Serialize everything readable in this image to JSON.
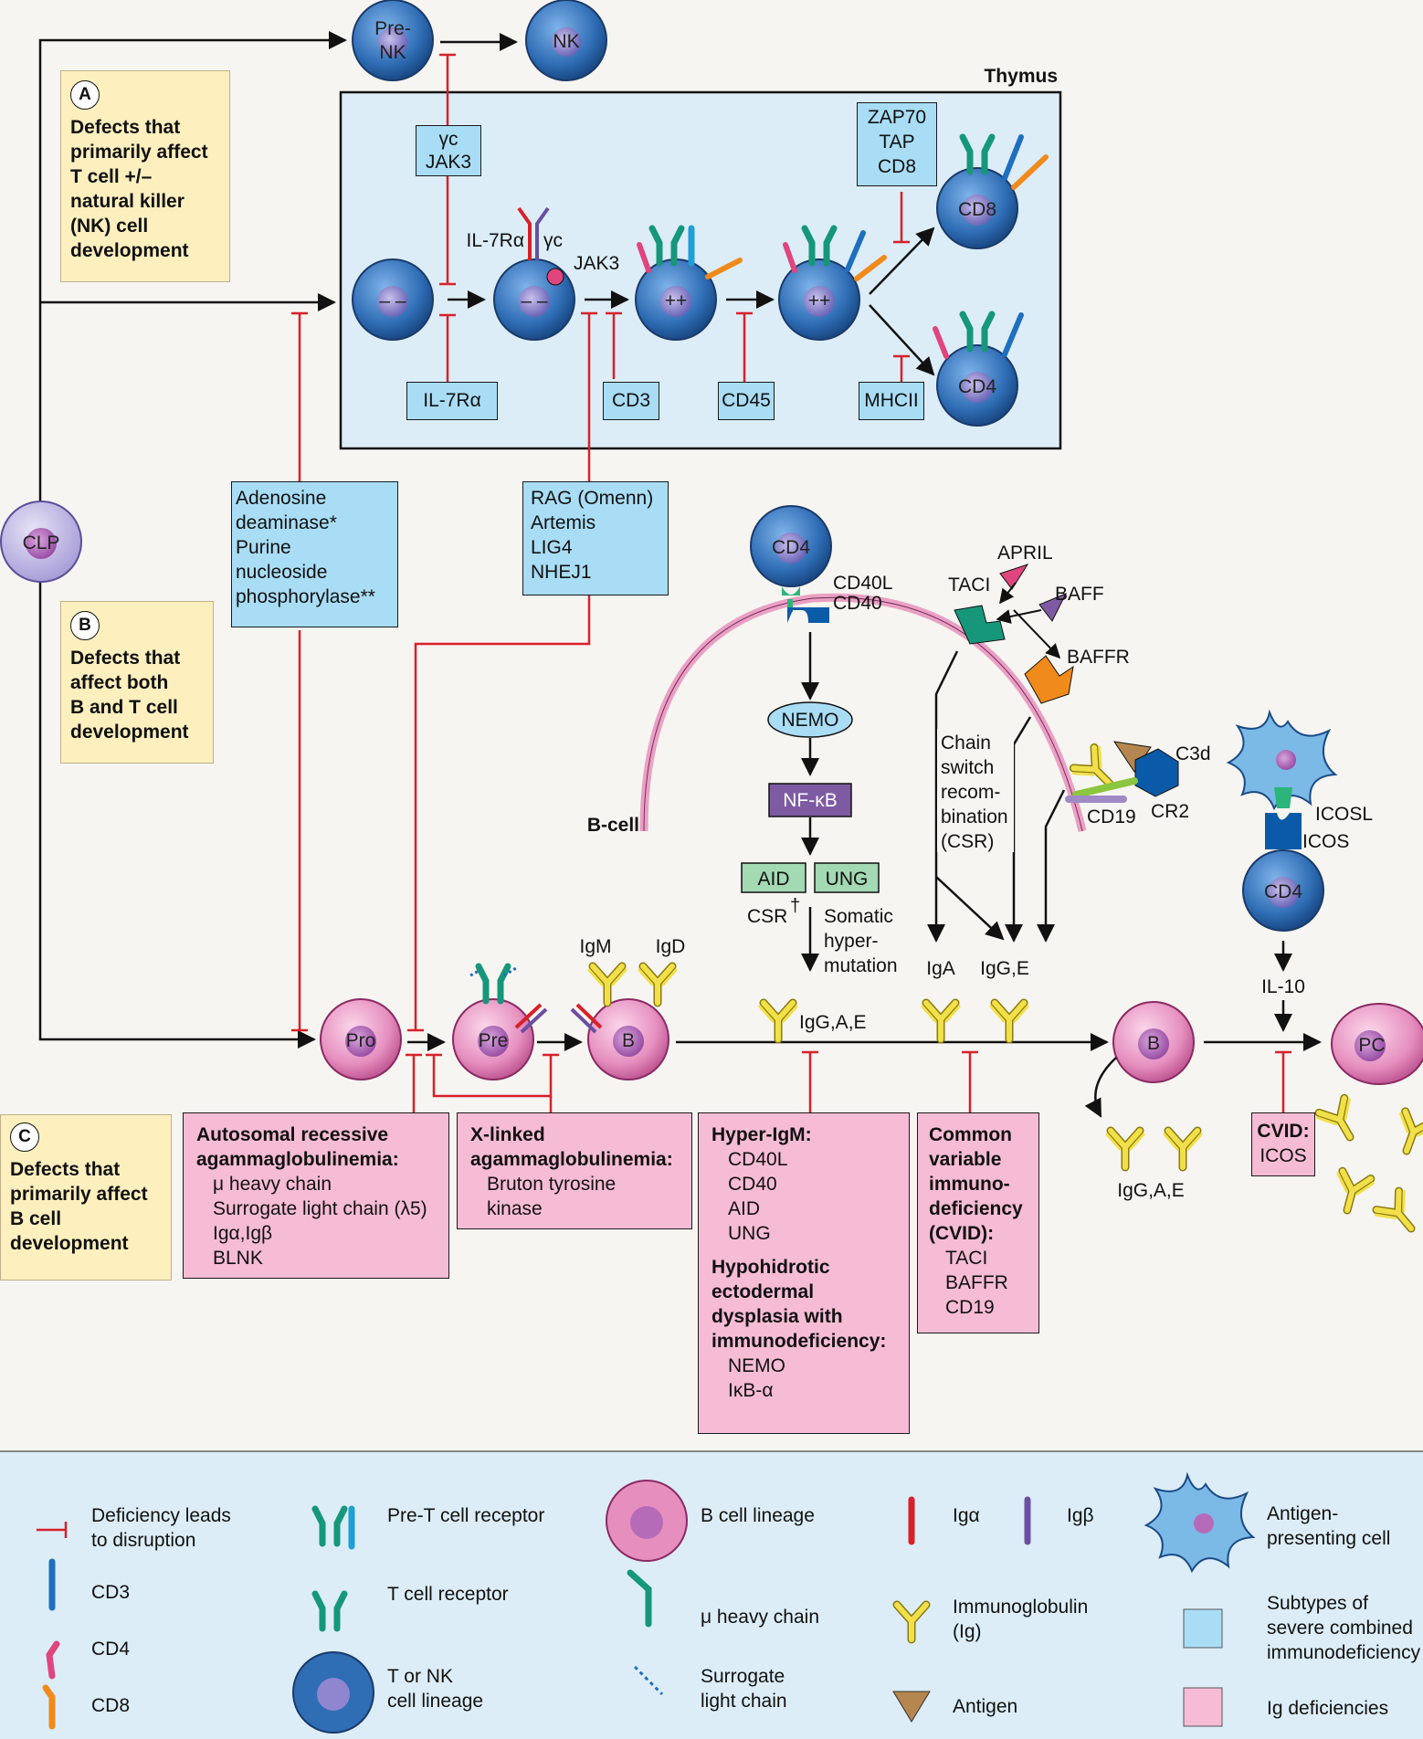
{
  "thymus_label": "Thymus",
  "cells": {
    "pre_nk": "Pre-NK",
    "nk": "NK",
    "clp": "CLP",
    "neg": "– –",
    "pos": "++",
    "cd8": "CD8",
    "cd4": "CD4",
    "pro": "Pro",
    "pre": "Pre",
    "b": "B",
    "b2": "B",
    "pc": "PC",
    "cd4_top": "CD4",
    "cd4_right": "CD4"
  },
  "section_a": {
    "letter": "A",
    "lines": [
      "Defects that",
      "primarily affect",
      "T cell +/–",
      "natural killer",
      "(NK) cell",
      "development"
    ]
  },
  "section_b": {
    "letter": "B",
    "lines": [
      "Defects that",
      "affect both",
      "B and T cell",
      "development"
    ]
  },
  "section_c": {
    "letter": "C",
    "lines": [
      "Defects that",
      "primarily affect",
      "B cell",
      "development"
    ]
  },
  "blue_boxes": {
    "gamma_jak3": [
      "γc",
      "JAK3"
    ],
    "zap70": [
      "ZAP70",
      "TAP",
      "CD8"
    ],
    "il7ra": "IL-7Rα",
    "cd3": "CD3",
    "cd45": "CD45",
    "mhcii": "MHCII",
    "ada": [
      "Adenosine",
      "deaminase*",
      "Purine",
      "nucleoside",
      "phosphorylase**"
    ],
    "rag": [
      "RAG (Omenn)",
      "Artemis",
      "LIG4",
      "NHEJ1"
    ]
  },
  "pink_boxes": {
    "ar_aga": {
      "title": [
        "Autosomal recessive",
        "agammaglobulinemia:"
      ],
      "items": [
        "μ heavy chain",
        "Surrogate light chain (λ5)",
        "Igα,Igβ",
        "BLNK"
      ]
    },
    "x_aga": {
      "title": [
        "X-linked",
        "agammaglobulinemia:"
      ],
      "items": [
        "Bruton tyrosine",
        "kinase"
      ]
    },
    "hyper_igm": {
      "title": [
        "Hyper-IgM:"
      ],
      "items": [
        "CD40L",
        "CD40",
        "AID",
        "UNG"
      ],
      "title2": [
        "Hypohidrotic",
        "ectodermal",
        "dysplasia with",
        "immunodeficiency:"
      ],
      "items2": [
        "NEMO",
        "IκB-α"
      ]
    },
    "cvid": {
      "title": [
        "Common",
        "variable",
        "immuno-",
        "deficiency",
        "(CVID):"
      ],
      "items": [
        "TACI",
        "BAFFR",
        "CD19"
      ]
    },
    "cvid_icos": {
      "title": "CVID:",
      "item": "ICOS"
    }
  },
  "labels": {
    "il7ra_receptor": "IL-7Rα",
    "gc": "γc",
    "jak3": "JAK3",
    "cd40l": "CD40L",
    "cd40": "CD40",
    "april": "APRIL",
    "taci": "TACI",
    "baff": "BAFF",
    "baffr": "BAFFR",
    "c3d": "C3d",
    "cr2": "CR2",
    "cd19": "CD19",
    "bcell": "B-cell",
    "nemo": "NEMO",
    "nfkb": "NF-κB",
    "aid": "AID",
    "ung": "UNG",
    "csr": "CSR",
    "dagger": "†",
    "somatic": [
      "Somatic",
      "hyper-",
      "mutation"
    ],
    "chain_switch": [
      "Chain",
      "switch",
      "recom-",
      "bination",
      "(CSR)"
    ],
    "iga": "IgA",
    "igge": "IgG,E",
    "igm": "IgM",
    "igd": "IgD",
    "igg_a_e_1": "IgG,A,E",
    "igg_a_e_2": "IgG,A,E",
    "icosl": "ICOSL",
    "icos": "ICOS",
    "il10": "IL-10"
  },
  "legend": {
    "deficiency": [
      "Deficiency leads",
      "to disruption"
    ],
    "cd3": "CD3",
    "cd4": "CD4",
    "cd8": "CD8",
    "pre_tcr": "Pre-T cell receptor",
    "tcr": "T cell receptor",
    "t_nk": [
      "T or NK",
      "cell lineage"
    ],
    "b_lineage": "B cell lineage",
    "mu_heavy": "μ heavy chain",
    "surrogate": [
      "Surrogate",
      "light chain"
    ],
    "iga": "Igα",
    "igb": "Igβ",
    "ig": [
      "Immunoglobulin",
      "(Ig)"
    ],
    "antigen": "Antigen",
    "apc": [
      "Antigen-",
      "presenting cell"
    ],
    "scid": [
      "Subtypes of",
      "severe combined",
      "immunodeficiency"
    ],
    "ig_def": "Ig deficiencies"
  },
  "colors": {
    "t_cell": "#2f6db5",
    "b_cell": "#e68fbf",
    "blue_box": "#a9ddf5",
    "pink_box": "#f7bcd5",
    "yellow_box": "#fdefbe",
    "inhibit": "#d8202a",
    "tcr": "#16977a",
    "cd3": "#1f6fbf",
    "cd4": "#e0457d",
    "cd8": "#f08a1a",
    "ig": "#f2e04a",
    "igb": "#6a4fa0"
  }
}
